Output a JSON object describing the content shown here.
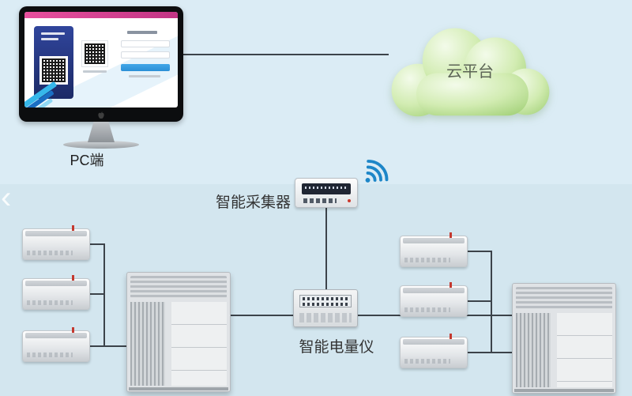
{
  "diagram": {
    "pc_label": "PC端",
    "cloud_label": "云平台",
    "collector_label": "智能采集器",
    "meter_label": "智能电量仪",
    "prev_arrow": "‹"
  },
  "colors": {
    "background_top": "#dbecf5",
    "background_bottom": "#d3e6ef",
    "connection_line": "#3c434a",
    "cloud_light": "#f3fbea",
    "cloud_dark": "#a3d179",
    "wifi_blue": "#1d86c8",
    "screen_topbar_pink": "#e8509e",
    "screen_panel_navy": "#27398c",
    "screen_button_blue": "#39a1e4"
  },
  "devices": {
    "indoor_unit_count": 6,
    "outdoor_unit_count": 2
  }
}
